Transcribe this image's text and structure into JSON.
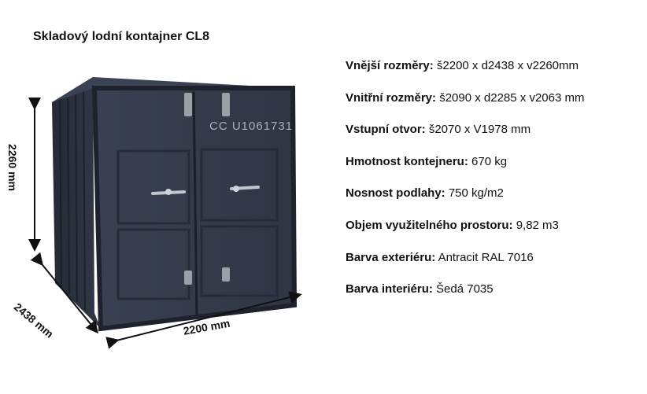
{
  "title": "Skladový lodní kontajner CL8",
  "specs": [
    {
      "label": "Vnější rozměry:",
      "value": " š2200 x d2438 x v2260mm"
    },
    {
      "label": "Vnitřní rozměry:",
      "value": " š2090 x d2285 x v2063 mm"
    },
    {
      "label": "Vstupní otvor:",
      "value": " š2070 x V1978 mm"
    },
    {
      "label": "Hmotnost kontejneru:",
      "value": " 670 kg"
    },
    {
      "label": "Nosnost podlahy:",
      "value": " 750 kg/m2"
    },
    {
      "label": "Objem využitelného prostoru:",
      "value": " 9,82 m3"
    },
    {
      "label": "Barva exteriéru:",
      "value": " Antracit RAL 7016"
    },
    {
      "label": "Barva interiéru:",
      "value": " Šedá 7035"
    }
  ],
  "dimensions": {
    "height": "2260 mm",
    "depth": "2438 mm",
    "width": "2200 mm"
  },
  "container": {
    "marking": "CC  U1061731",
    "color": "#2e3442"
  }
}
